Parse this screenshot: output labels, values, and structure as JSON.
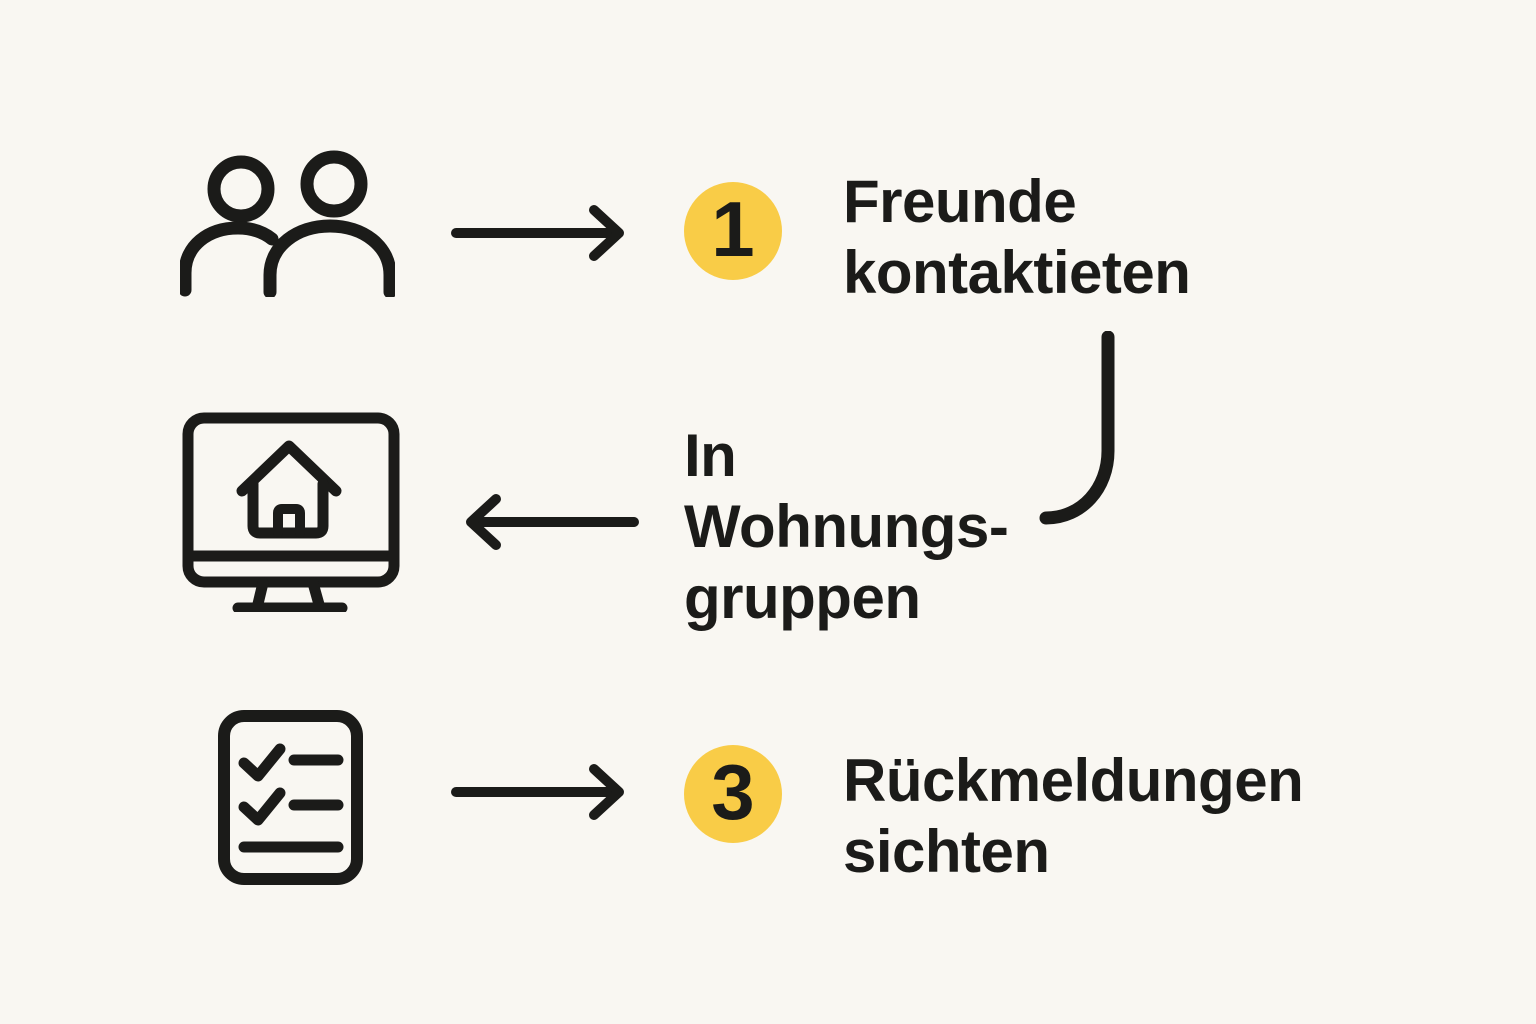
{
  "colors": {
    "background": "#F9F7F2",
    "ink": "#1B1B19",
    "badge_yellow": "#F9CC47"
  },
  "steps": [
    {
      "icon": "people-icon",
      "number": "1",
      "label": [
        "Freunde",
        "kontaktieten"
      ]
    },
    {
      "icon": "monitor-house-icon",
      "label": [
        "In",
        "Wohnungs-",
        "gruppen"
      ]
    },
    {
      "icon": "checklist-icon",
      "number": "3",
      "label": [
        "Rückmeldungen",
        "sichten"
      ]
    }
  ]
}
